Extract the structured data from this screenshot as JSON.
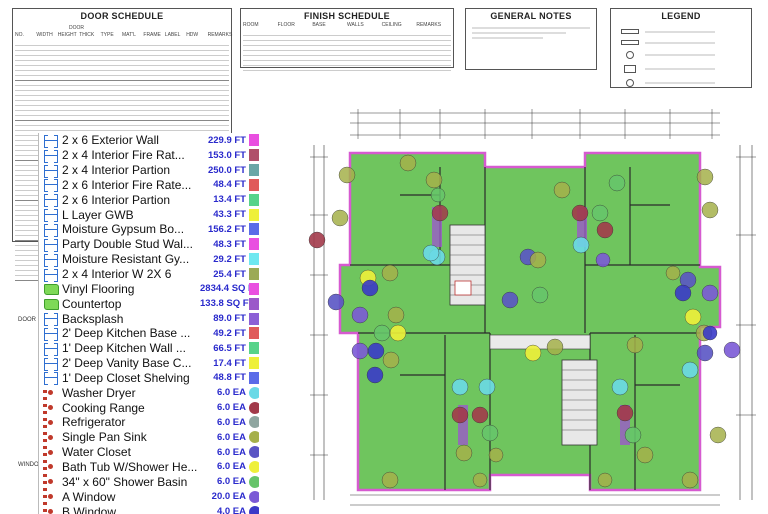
{
  "schedules": {
    "door": {
      "title": "DOOR SCHEDULE",
      "group_header": "DOOR",
      "columns": [
        "NO.",
        "WIDTH",
        "HEIGHT",
        "THICK",
        "TYPE",
        "MAT'L",
        "FRAME",
        "LABEL",
        "HDW",
        "REMARKS"
      ]
    },
    "finish": {
      "title": "FINISH SCHEDULE",
      "columns": [
        "ROOM",
        "FLOOR",
        "BASE",
        "WALLS",
        "CEILING",
        "REMARKS"
      ]
    },
    "notes": {
      "title": "GENERAL NOTES"
    },
    "legend": {
      "title": "LEGEND"
    }
  },
  "side_labels": {
    "door": "DOOR",
    "window": "WINDO"
  },
  "takeoff_items": [
    {
      "kind": "linear",
      "label": "2 x 6 Exterior Wall",
      "qty": "229.9 FT",
      "color": "#e94fe0"
    },
    {
      "kind": "linear",
      "label": "2 x 4 Interior Fire Rat...",
      "qty": "153.0 FT",
      "color": "#b0506a"
    },
    {
      "kind": "linear",
      "label": "2 x 4 Interior Partion",
      "qty": "250.0 FT",
      "color": "#6aa6a6"
    },
    {
      "kind": "linear",
      "label": "2 x 6 Interior Fire Rate...",
      "qty": "48.4 FT",
      "color": "#e05a5a"
    },
    {
      "kind": "linear",
      "label": "2 x 6 Interior Partion",
      "qty": "13.4 FT",
      "color": "#57d38a"
    },
    {
      "kind": "linear",
      "label": "L Layer GWB",
      "qty": "43.3 FT",
      "color": "#eef03a"
    },
    {
      "kind": "linear",
      "label": "Moisture Gypsum Bo...",
      "qty": "156.2 FT",
      "color": "#5a6be8"
    },
    {
      "kind": "linear",
      "label": "Party Double Stud Wal...",
      "qty": "48.3 FT",
      "color": "#e94fe0"
    },
    {
      "kind": "linear",
      "label": "Moisture Resistant Gy...",
      "qty": "29.2 FT",
      "color": "#6fe8f0"
    },
    {
      "kind": "linear",
      "label": "2 x 4 Interior W 2X 6",
      "qty": "25.4 FT",
      "color": "#9caa55"
    },
    {
      "kind": "area",
      "label": "Vinyl Flooring",
      "qty": "2834.4 SQ FT",
      "color": "#e94fe0"
    },
    {
      "kind": "area",
      "label": "Countertop",
      "qty": "133.8 SQ FT",
      "color": "#9b59c9"
    },
    {
      "kind": "linear",
      "label": "Backsplash",
      "qty": "89.0 FT",
      "color": "#8c5fd6"
    },
    {
      "kind": "linear",
      "label": "2' Deep Kitchen Base ...",
      "qty": "49.2 FT",
      "color": "#e05a5a"
    },
    {
      "kind": "linear",
      "label": "1' Deep Kitchen Wall ...",
      "qty": "66.5 FT",
      "color": "#57d38a"
    },
    {
      "kind": "linear",
      "label": "2' Deep Vanity Base C...",
      "qty": "17.4 FT",
      "color": "#eef03a"
    },
    {
      "kind": "linear",
      "label": "1' Deep Closet Shelving",
      "qty": "48.8 FT",
      "color": "#5a6be8"
    },
    {
      "kind": "count",
      "label": "Washer Dryer",
      "qty": "6.0 EA",
      "color": "#6ad9e6"
    },
    {
      "kind": "count",
      "label": "Cooking Range",
      "qty": "6.0 EA",
      "color": "#a23a4a"
    },
    {
      "kind": "count",
      "label": "Refrigerator",
      "qty": "6.0 EA",
      "color": "#8fa6a0"
    },
    {
      "kind": "count",
      "label": "Single Pan Sink",
      "qty": "6.0 EA",
      "color": "#a5b04a"
    },
    {
      "kind": "count",
      "label": "Water Closet",
      "qty": "6.0 EA",
      "color": "#5a55c4"
    },
    {
      "kind": "count",
      "label": "Bath Tub W/Shower He...",
      "qty": "6.0 EA",
      "color": "#eef03a"
    },
    {
      "kind": "count",
      "label": "34\" x 60\" Shower Basin",
      "qty": "6.0 EA",
      "color": "#66c46a"
    },
    {
      "kind": "count",
      "label": "A Window",
      "qty": "20.0 EA",
      "color": "#7b5ad6"
    },
    {
      "kind": "count",
      "label": "B Window",
      "qty": "4.0 EA",
      "color": "#3a3ac8"
    }
  ]
}
